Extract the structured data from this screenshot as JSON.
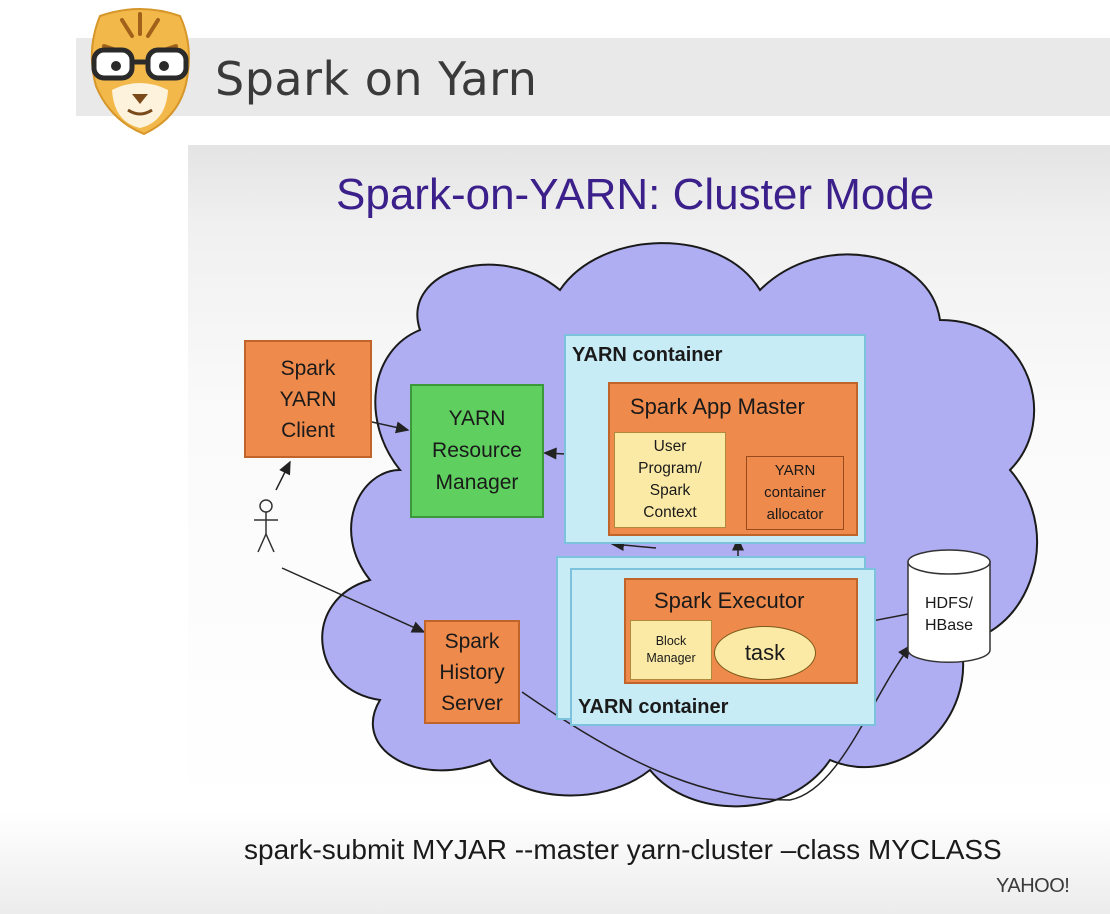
{
  "slide": {
    "title": "Spark on Yarn"
  },
  "diagram": {
    "title": "Spark-on-YARN: Cluster Mode",
    "client": [
      "Spark",
      "YARN",
      "Client"
    ],
    "resource_manager": [
      "YARN",
      "Resource",
      "Manager"
    ],
    "container_top_label": "YARN container",
    "app_master_title": "Spark App Master",
    "user_program": [
      "User",
      "Program/",
      "Spark",
      "Context"
    ],
    "container_allocator": [
      "YARN",
      "container",
      "allocator"
    ],
    "executor_title": "Spark Executor",
    "block_manager": [
      "Block",
      "Manager"
    ],
    "task_label": "task",
    "container_bottom_label": "YARN container",
    "history_server": [
      "Spark",
      "History",
      "Server"
    ],
    "storage": [
      "HDFS/",
      "HBase"
    ]
  },
  "footer": {
    "command": "spark-submit MYJAR --master yarn-cluster –class MYCLASS",
    "brand": "YAHOO!"
  },
  "colors": {
    "cloud": "#b0aef2",
    "orange": "#ee8a4c",
    "green": "#5fcf5f",
    "cyan": "#c8ecf6",
    "yellow": "#fbeaa6",
    "title_purple": "#3b1f8a"
  }
}
